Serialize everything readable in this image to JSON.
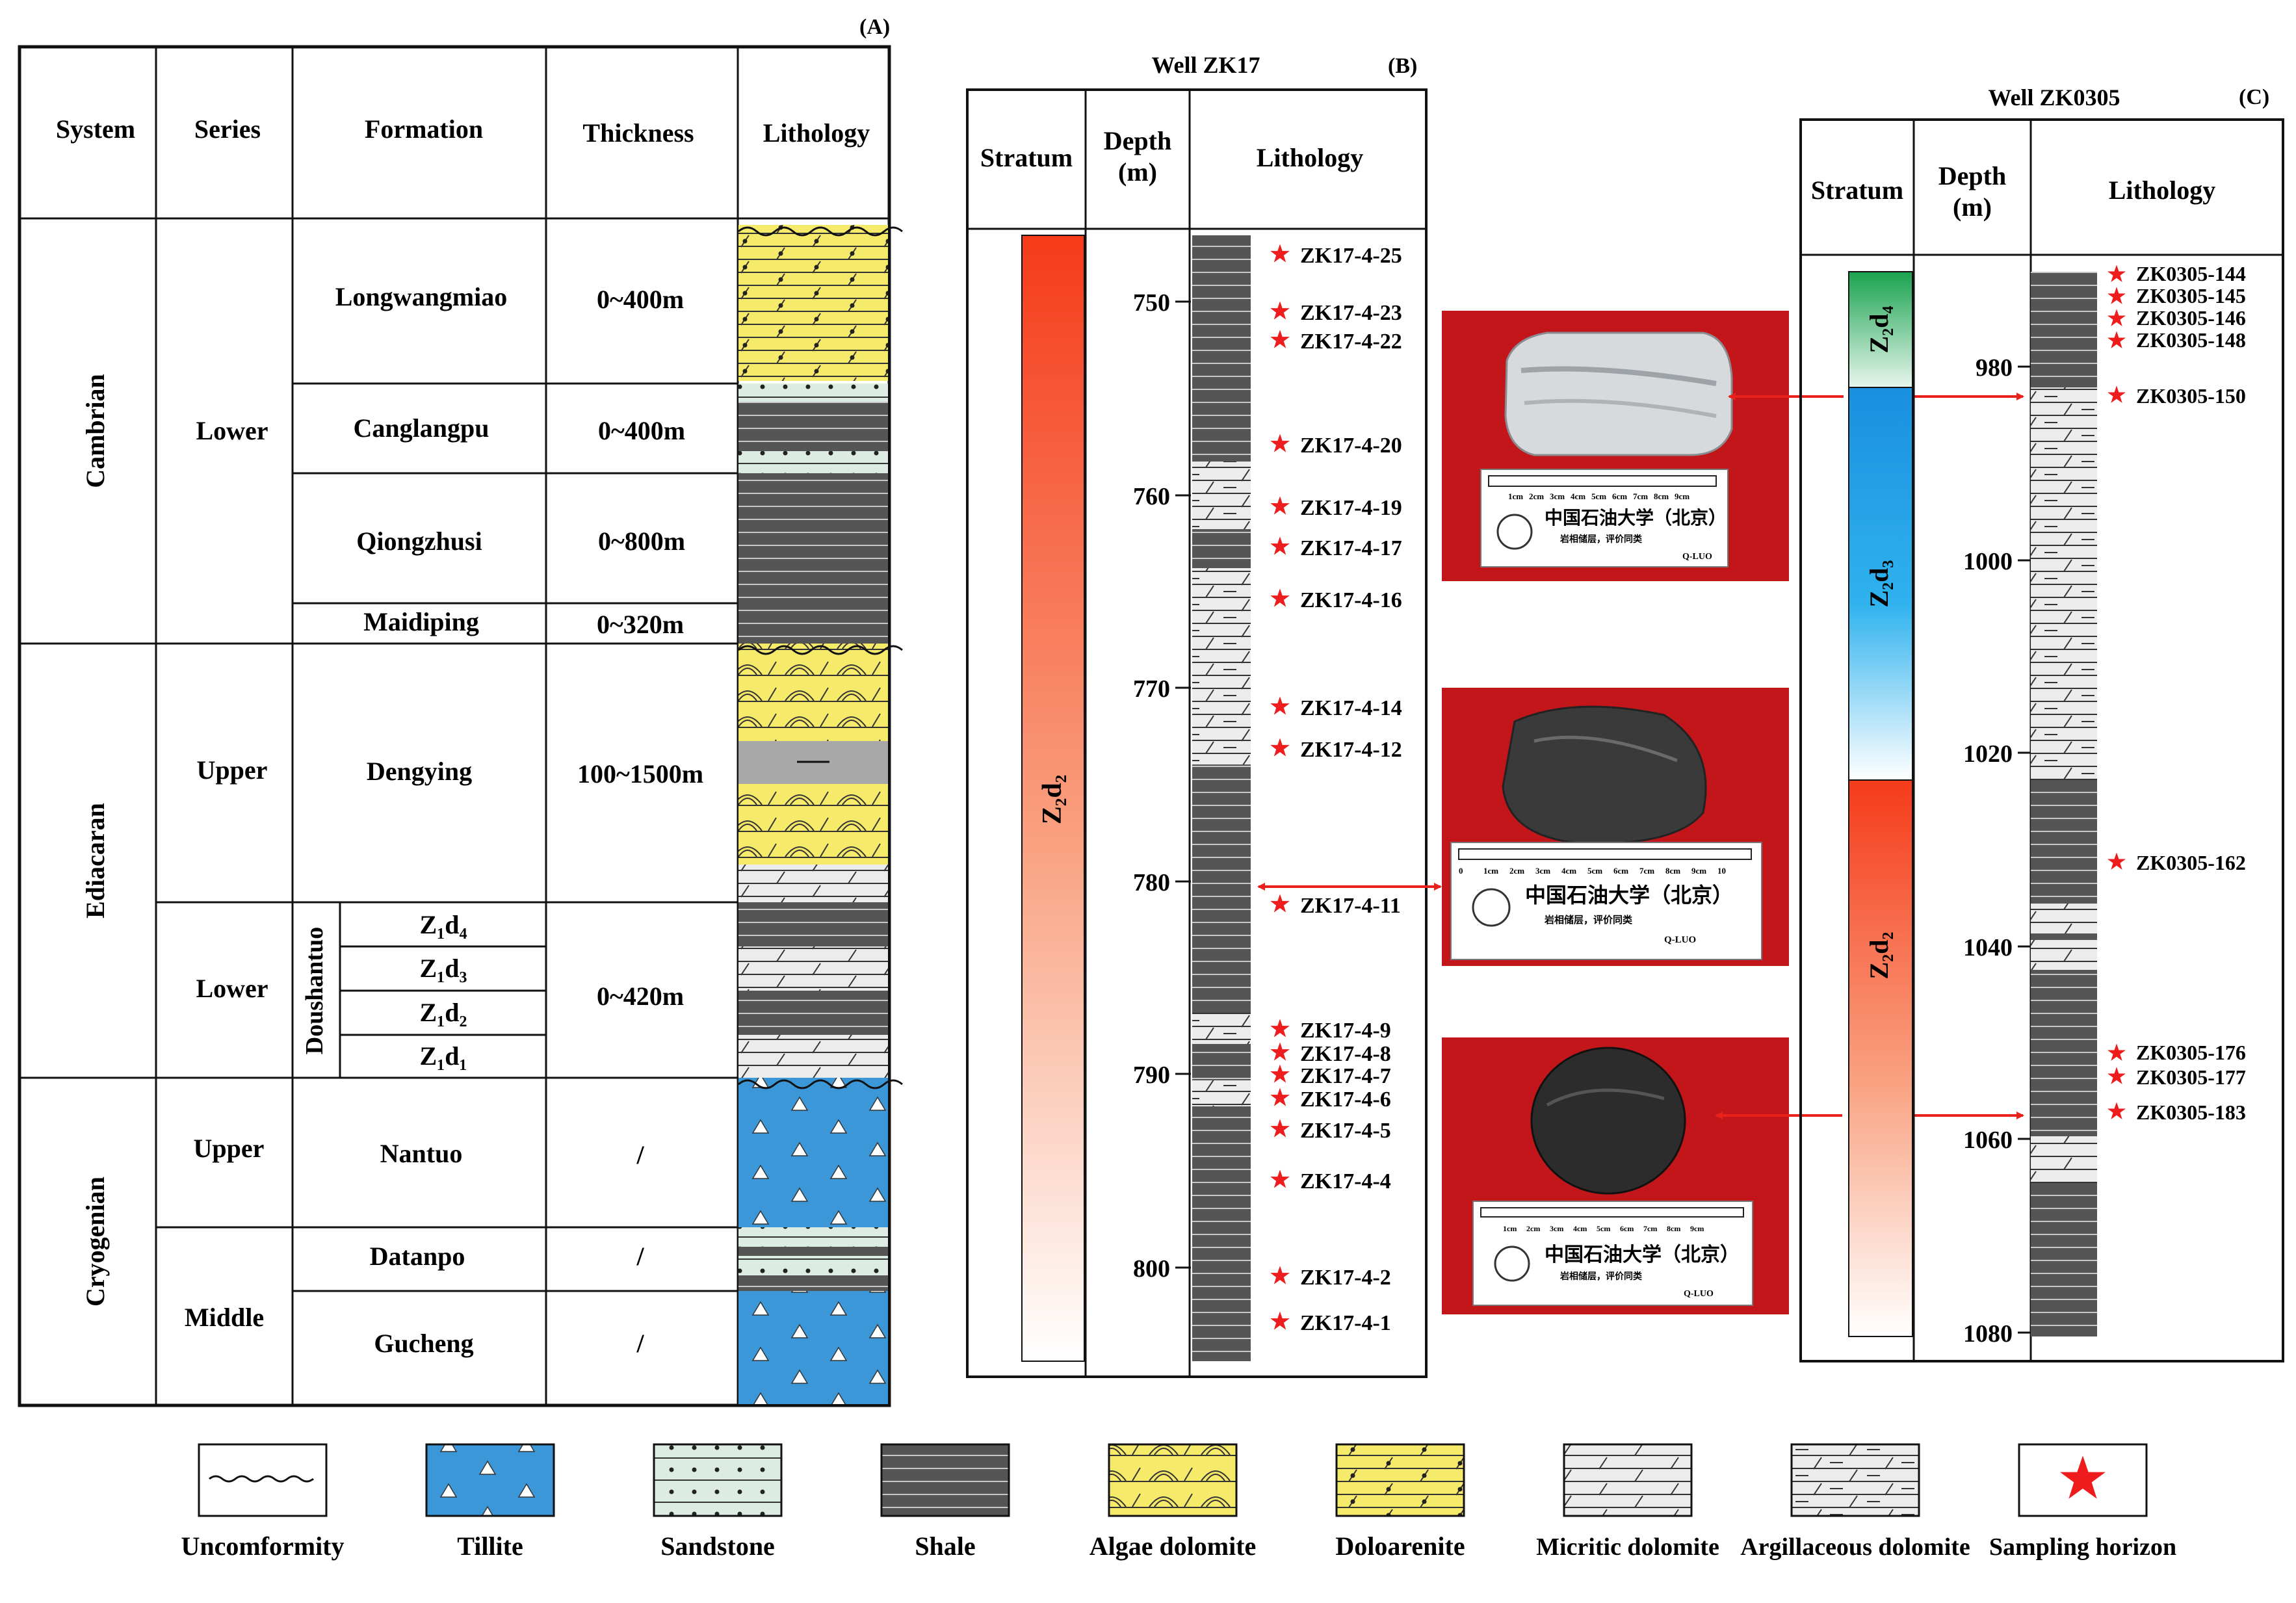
{
  "panel_a": {
    "label": "(A)",
    "headers": {
      "system": "System",
      "series": "Series",
      "formation": "Formation",
      "thickness": "Thickness",
      "lithology": "Lithology"
    },
    "systems": [
      "Cambrian",
      "Ediacaran",
      "Cryogenian"
    ],
    "series": [
      "Lower",
      "Upper",
      "Lower",
      "Upper",
      "Middle"
    ],
    "group": "Doushantuo",
    "formations": [
      {
        "name": "Longwangmiao",
        "thickness": "0~400m"
      },
      {
        "name": "Canglangpu",
        "thickness": "0~400m"
      },
      {
        "name": "Qiongzhusi",
        "thickness": "0~800m"
      },
      {
        "name": "Maidiping",
        "thickness": "0~320m"
      },
      {
        "name": "Dengying",
        "thickness": "100~1500m"
      },
      {
        "name": "Nantuo",
        "thickness": "/"
      },
      {
        "name": "Datanpo",
        "thickness": "/"
      },
      {
        "name": "Gucheng",
        "thickness": "/"
      }
    ],
    "doushantuo_members": [
      "Z₁d₄",
      "Z₁d₃",
      "Z₁d₂",
      "Z₁d₁"
    ],
    "doushantuo_thickness": "0~420m"
  },
  "panel_b": {
    "title": "Well ZK17",
    "label": "(B)",
    "headers": {
      "stratum": "Stratum",
      "depth": "Depth",
      "depth_unit": "(m)",
      "lithology": "Lithology"
    },
    "stratum_label": "Z₂d₂",
    "depth_ticks": [
      "750",
      "760",
      "770",
      "780",
      "790",
      "800"
    ],
    "samples": [
      "ZK17-4-25",
      "ZK17-4-23",
      "ZK17-4-22",
      "ZK17-4-20",
      "ZK17-4-19",
      "ZK17-4-17",
      "ZK17-4-16",
      "ZK17-4-14",
      "ZK17-4-12",
      "ZK17-4-11",
      "ZK17-4-9",
      "ZK17-4-8",
      "ZK17-4-7",
      "ZK17-4-6",
      "ZK17-4-5",
      "ZK17-4-4",
      "ZK17-4-2",
      "ZK17-4-1"
    ]
  },
  "panel_c": {
    "title": "Well ZK0305",
    "label": "(C)",
    "headers": {
      "stratum": "Stratum",
      "depth": "Depth",
      "depth_unit": "(m)",
      "lithology": "Lithology"
    },
    "stratum_labels": [
      "Z₂d₄",
      "Z₂d₃",
      "Z₂d₂"
    ],
    "depth_ticks": [
      "980",
      "1000",
      "1020",
      "1040",
      "1060",
      "1080"
    ],
    "samples": [
      "ZK0305-144",
      "ZK0305-145",
      "ZK0305-146",
      "ZK0305-148",
      "ZK0305-150",
      "ZK0305-162",
      "ZK0305-176",
      "ZK0305-177",
      "ZK0305-183"
    ]
  },
  "photos": {
    "scale_text": "中国石油大学（北京）",
    "scale_sub": "岩相储层，评价同类",
    "scale_mark": "Q-LUO",
    "ruler_labels": [
      "0",
      "1cm",
      "2cm",
      "3cm",
      "4cm",
      "5cm",
      "6cm",
      "7cm",
      "8cm",
      "9cm",
      "10"
    ]
  },
  "legend": [
    "Uncomformity",
    "Tillite",
    "Sandstone",
    "Shale",
    "Algae dolomite",
    "Doloarenite",
    "Micritic dolomite",
    "Argillaceous dolomite",
    "Sampling horizon"
  ],
  "colors": {
    "shale": "#555555",
    "tillite": "#3b97d8",
    "sandstone": "#dcece3",
    "yellow": "#f5ea6a",
    "gray": "#a8a8a8",
    "micritic": "#ececec",
    "star": "#ee1c1c",
    "arrow": "#e8211c",
    "photo_bg": "#c2161b"
  }
}
